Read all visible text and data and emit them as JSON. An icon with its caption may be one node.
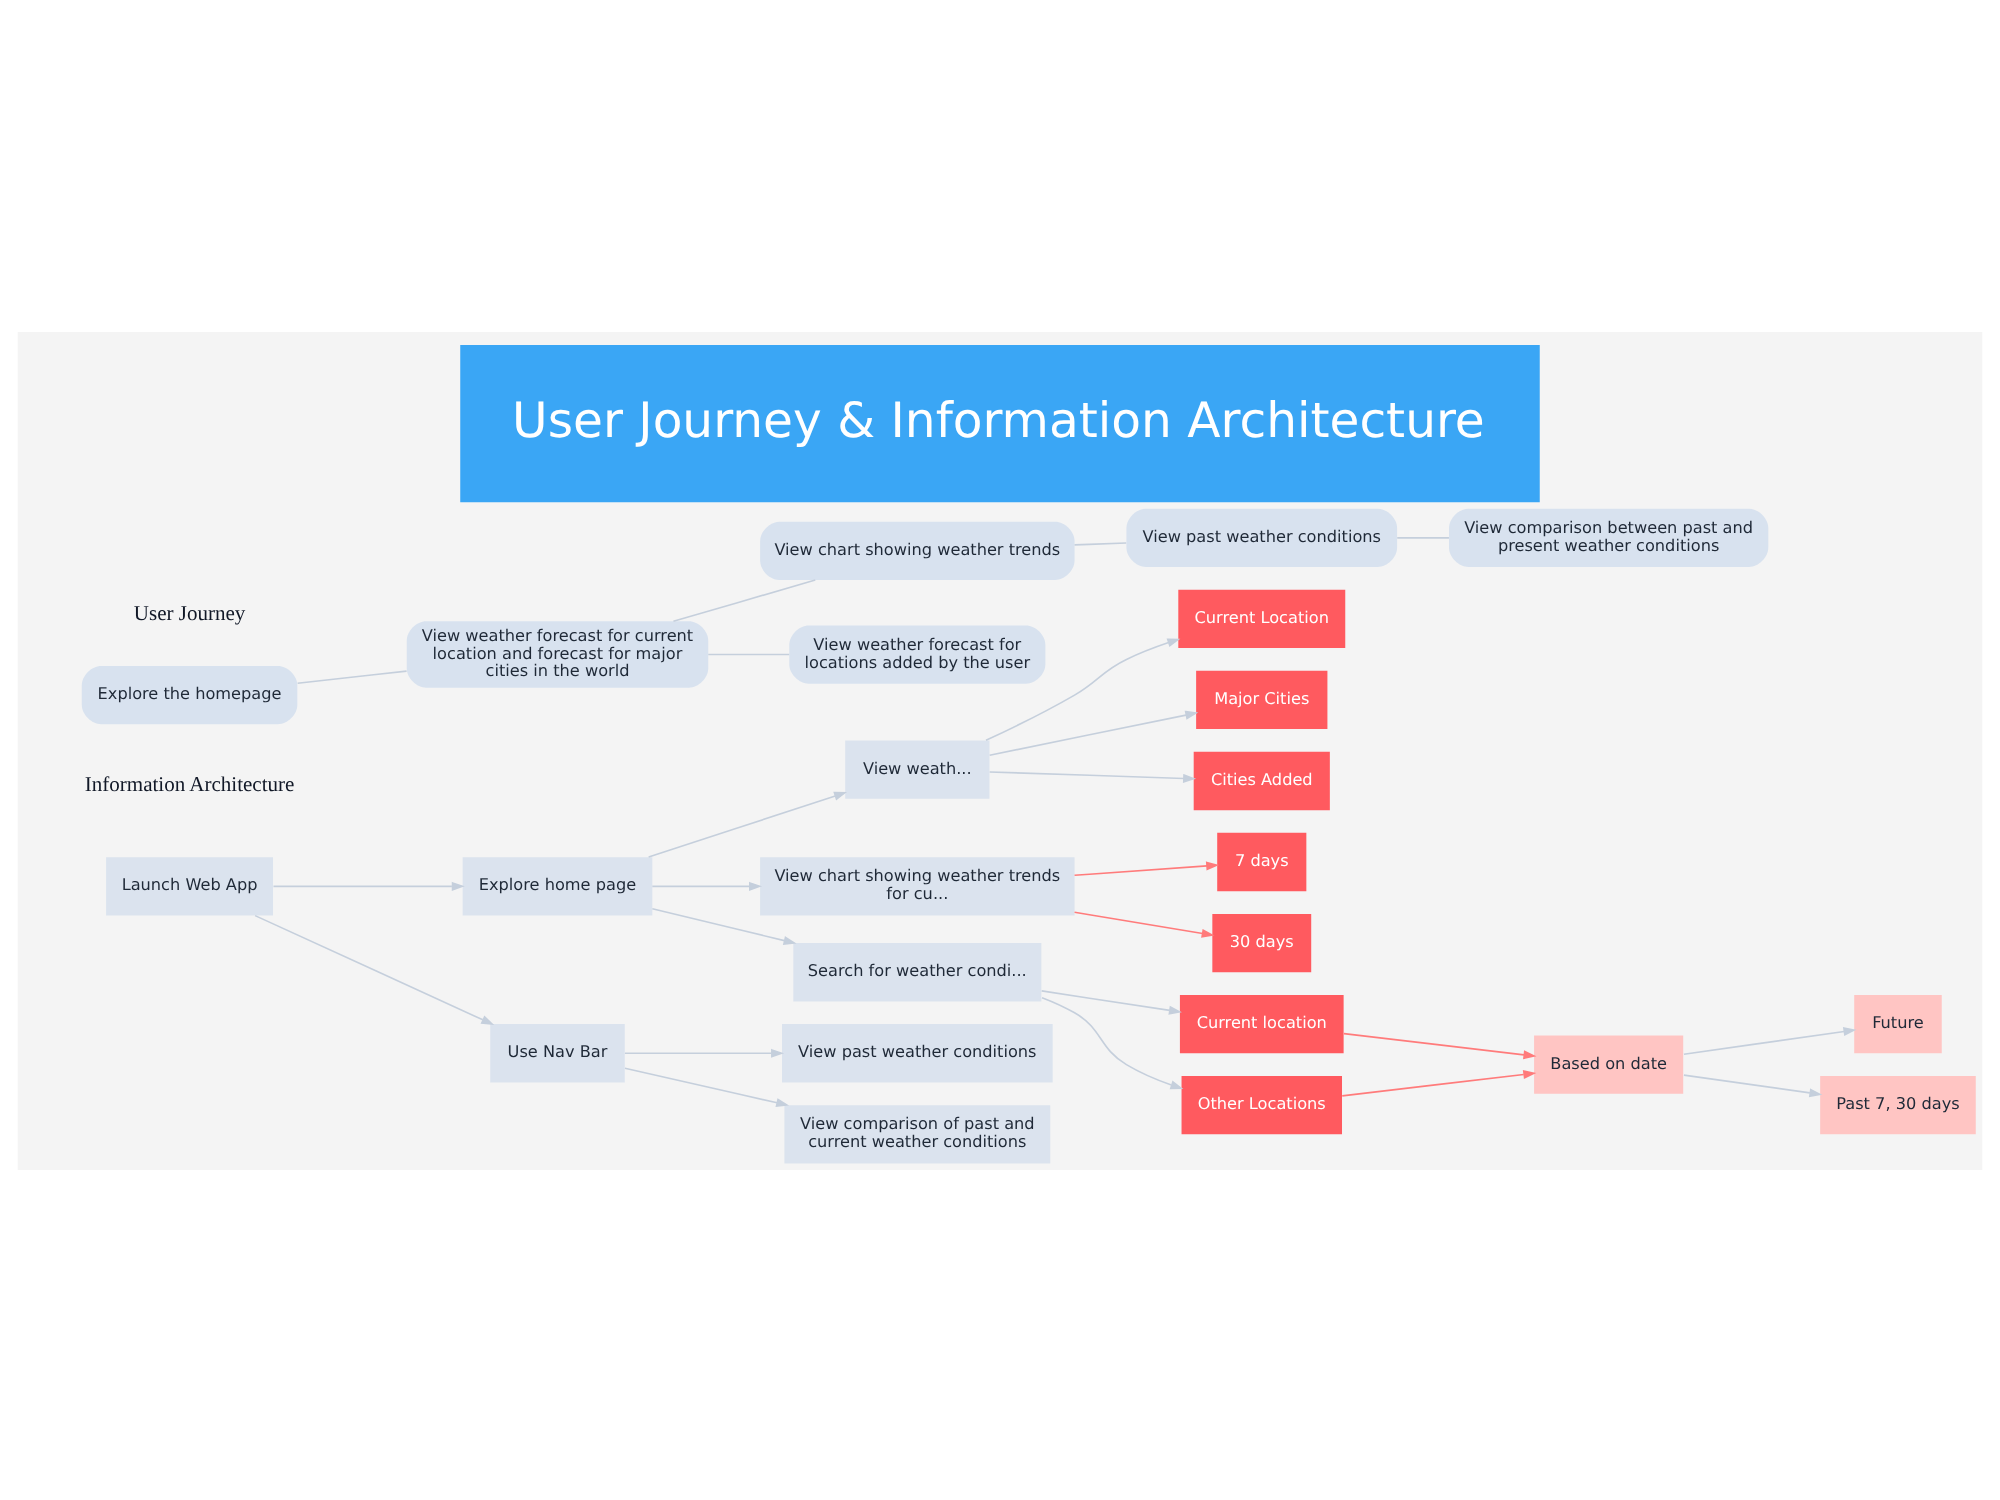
{
  "diagram": {
    "title": "User Journey & Information Architecture",
    "nodes": [
      {
        "text": [
          "Explore the homepage"
        ]
      },
      {
        "text": [
          "View weather forecast for current location and forecast for major cities in the world"
        ]
      },
      {
        "text": [
          "View chart showing weather trends"
        ]
      },
      {
        "text": [
          "View past weather conditions"
        ]
      },
      {
        "text": [
          "View comparison between past and present weather conditions"
        ]
      },
      {
        "text": [
          "View weather forecast for locations added by the user"
        ]
      },
      {
        "text": [
          "Launch Web App"
        ]
      },
      {
        "text": [
          "Explore home page"
        ]
      },
      {
        "text": [
          "View weath..."
        ]
      },
      {
        "text": [
          "Current Location"
        ]
      },
      {
        "text": [
          "Major Cities"
        ]
      },
      {
        "text": [
          "Cities Added"
        ]
      },
      {
        "text": [
          "View chart showing weather trends for cu..."
        ]
      },
      {
        "text": [
          "7 days"
        ]
      },
      {
        "text": [
          "30 days"
        ]
      },
      {
        "text": [
          "Search for weather condi..."
        ]
      },
      {
        "text": [
          "Current location"
        ]
      },
      {
        "text": [
          "Other Locations"
        ]
      },
      {
        "text": [
          "Based on date"
        ]
      },
      {
        "text": [
          "Future"
        ]
      },
      {
        "text": [
          "Past 7, 30 days"
        ]
      },
      {
        "text": [
          "Use Nav Bar"
        ]
      },
      {
        "text": [
          "View past weather conditions"
        ]
      },
      {
        "text": [
          "View comparison of past and current weather conditions"
        ]
      }
    ],
    "edges": [
      {
        "from": 0,
        "to": 1,
        "arrow": "none"
      },
      {
        "from": 1,
        "to": 2,
        "arrow": "none"
      },
      {
        "from": 2,
        "to": 3,
        "arrow": "none"
      },
      {
        "from": 3,
        "to": 4,
        "arrow": "none"
      },
      {
        "from": 1,
        "to": 5,
        "arrow": "none"
      },
      {
        "from": 6,
        "to": 7,
        "arrow": "to"
      },
      {
        "from": 6,
        "to": 21,
        "arrow": "to"
      },
      {
        "from": 7,
        "to": 8,
        "arrow": "to"
      },
      {
        "from": 7,
        "to": 12,
        "arrow": "to"
      },
      {
        "from": 7,
        "to": 15,
        "arrow": "to"
      },
      {
        "from": 8,
        "to": 9,
        "arrow": "to"
      },
      {
        "from": 8,
        "to": 10,
        "arrow": "to"
      },
      {
        "from": 8,
        "to": 11,
        "arrow": "to"
      },
      {
        "from": 12,
        "to": 13,
        "arrow": "to",
        "color": "#ff7b7b"
      },
      {
        "from": 12,
        "to": 14,
        "arrow": "to",
        "color": "#ff7b7b"
      },
      {
        "from": 15,
        "to": 16,
        "arrow": "to"
      },
      {
        "from": 15,
        "to": 17,
        "arrow": "to"
      },
      {
        "from": 16,
        "to": 18,
        "arrow": "to",
        "color": "#ff7b7b"
      },
      {
        "from": 17,
        "to": 18,
        "arrow": "to",
        "color": "#ff7b7b"
      },
      {
        "from": 18,
        "to": 19,
        "arrow": "to"
      },
      {
        "from": 18,
        "to": 20,
        "arrow": "to"
      },
      {
        "from": 21,
        "to": 22,
        "arrow": "to"
      },
      {
        "from": 21,
        "to": 23,
        "arrow": "to"
      }
    ],
    "labels": [
      "User Journey",
      "Information Architecture"
    ]
  }
}
